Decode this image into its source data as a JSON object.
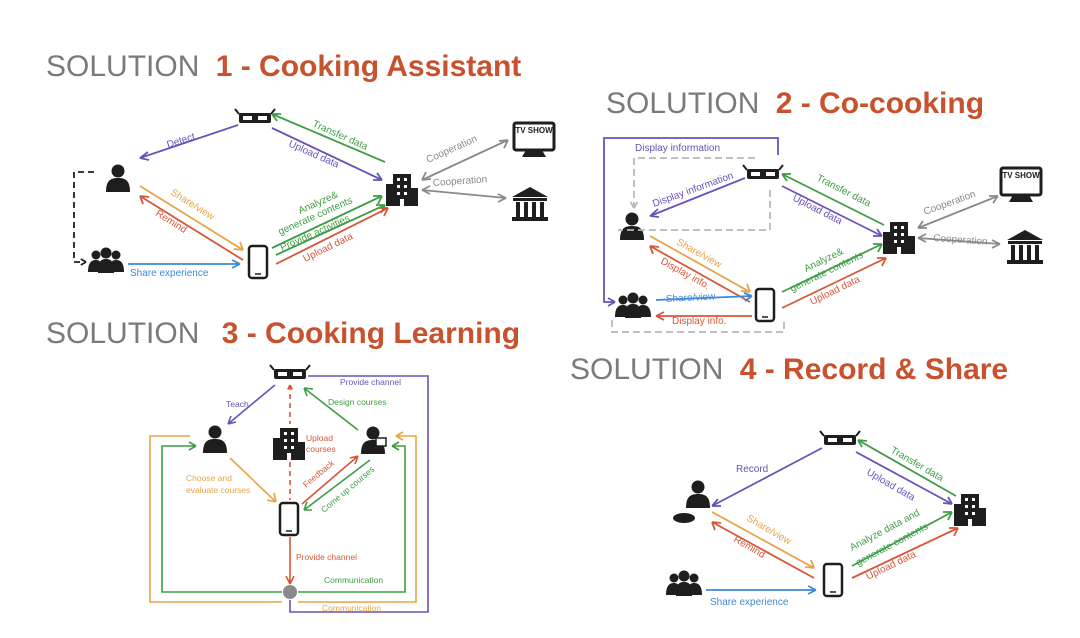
{
  "colors": {
    "purple": "#6a52b8",
    "green": "#3f9c45",
    "orange": "#e8a347",
    "red": "#d85638",
    "blue": "#3d8ad8",
    "gray": "#8a8a8a",
    "dark": "#1e1e1e",
    "title_gray": "#7a7a7a",
    "title_orange": "#c8512e"
  },
  "solutions": [
    {
      "title_prefix": "SOLUTION",
      "title_main": "1 - Cooking Assistant",
      "labels": {
        "detect": "Detect",
        "transfer_data": "Transfer data",
        "upload_data": "Upload data",
        "cooperation_tv": "Cooperation",
        "cooperation_museum": "Cooperation",
        "share_view": "Share/view",
        "remind": "Remind",
        "analyze_1": "Analyze&",
        "analyze_2": "generate contents",
        "provide_activities": "Provide activities",
        "upload_data_2": "Upload data",
        "share_experience": "Share experience"
      },
      "icons": {
        "tv_text": "TV SHOW"
      }
    },
    {
      "title_prefix": "SOLUTION",
      "title_main": "2 - Co-cooking",
      "labels": {
        "display_information_top": "Display information",
        "display_information": "Display information",
        "transfer_data": "Transfer data",
        "upload_data": "Upload data",
        "cooperation_tv": "Cooperation",
        "cooperation_museum": "Cooperation",
        "share_view": "Share/view",
        "display_info": "Display info.",
        "analyze_1": "Analyze&",
        "analyze_2": "generate contents",
        "upload_data_2": "Upload data",
        "share_view_2": "Share/view",
        "display_info_2": "Display info."
      },
      "icons": {
        "tv_text": "TV SHOW"
      }
    },
    {
      "title_prefix": "SOLUTION",
      "title_main": "3 - Cooking Learning",
      "labels": {
        "teach": "Teach",
        "provide_channel": "Provide channel",
        "design_courses": "Design courses",
        "upload_courses_1": "Upload",
        "upload_courses_2": "courses",
        "choose_1": "Choose and",
        "choose_2": "evaluate courses",
        "feedback": "Feedback",
        "come_up_courses": "Come up courses",
        "provide_channel_2": "Provide channel",
        "communication_1": "Communication",
        "communication_2": "Communication"
      }
    },
    {
      "title_prefix": "SOLUTION",
      "title_main": "4 - Record & Share",
      "labels": {
        "record": "Record",
        "transfer_data": "Transfer data",
        "upload_data": "Upload data",
        "share_view": "Share/view",
        "remind": "Remind",
        "analyze_1": "Analyze data and",
        "analyze_2": "generate contents",
        "upload_data_2": "Upload data",
        "share_experience": "Share experience"
      }
    }
  ]
}
